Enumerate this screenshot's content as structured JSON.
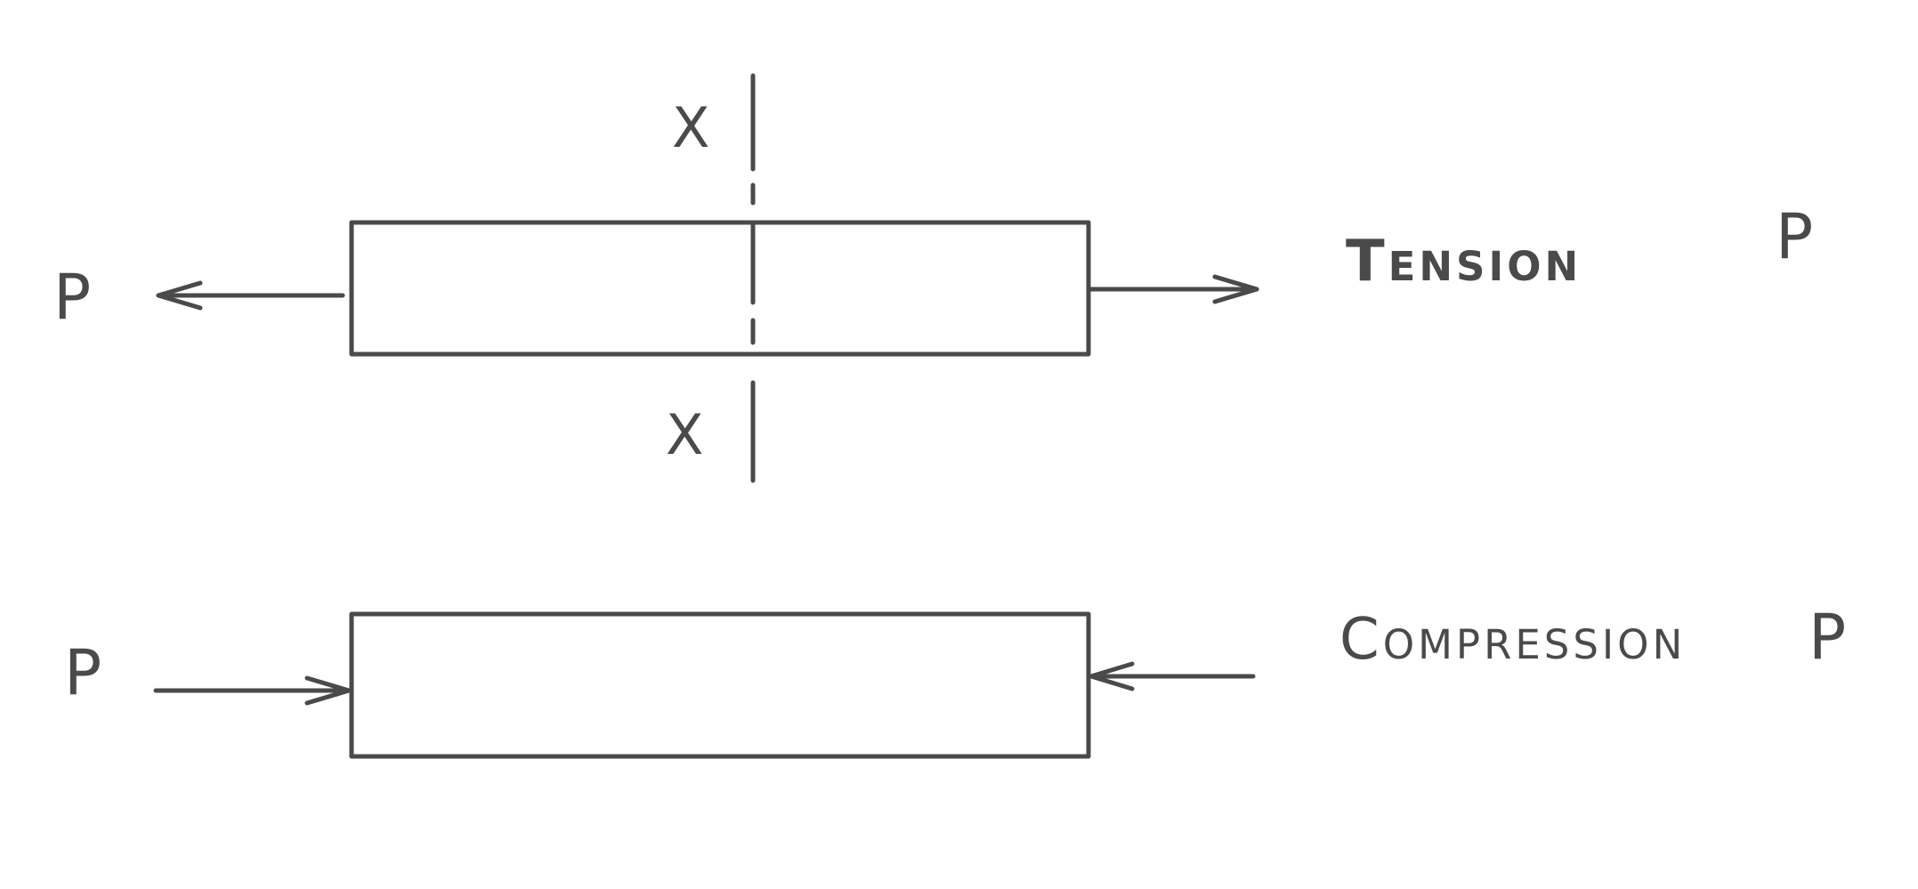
{
  "diagram": {
    "tension": {
      "left_force": "P",
      "section_top": "X",
      "section_bottom": "X",
      "word": "Tension",
      "right_force": "P"
    },
    "compression": {
      "left_force": "P",
      "word": "Compression",
      "right_force": "P"
    },
    "ink_color": "#4a4a4a"
  }
}
